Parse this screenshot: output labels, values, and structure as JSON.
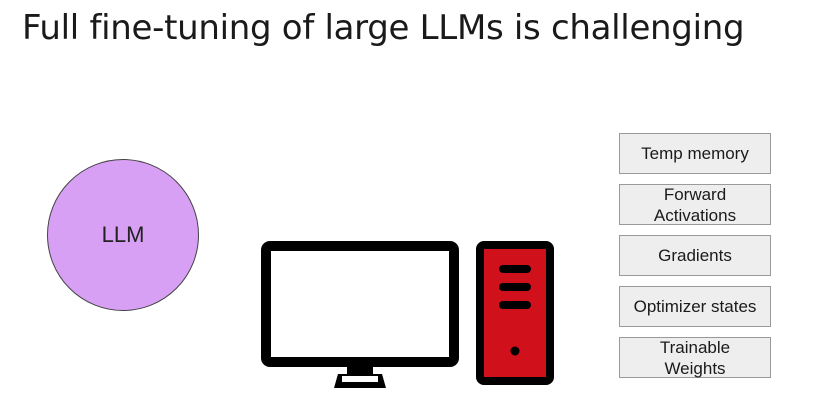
{
  "slide": {
    "title": "Full fine-tuning of large LLMs is challenging"
  },
  "llm": {
    "label": "LLM",
    "fill_color": "#d8a0f5"
  },
  "hardware": {
    "monitor_icon": "monitor-icon",
    "tower_icon": "computer-tower-icon",
    "tower_color": "#d0101a"
  },
  "memory_components": [
    {
      "label": "Temp memory"
    },
    {
      "label": "Forward\nActivations"
    },
    {
      "label": "Gradients"
    },
    {
      "label": "Optimizer states"
    },
    {
      "label": "Trainable\nWeights"
    }
  ]
}
